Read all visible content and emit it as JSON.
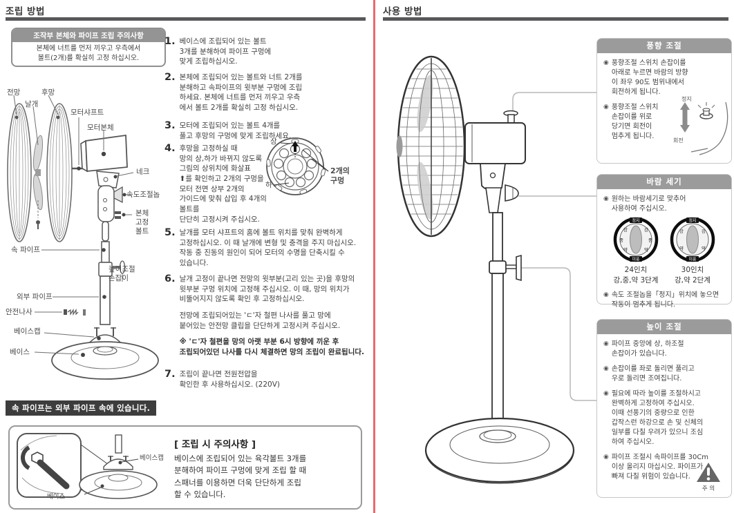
{
  "ui": {
    "bullet": "◉"
  },
  "left": {
    "title": "조립 방법",
    "notice": {
      "title": "조작부 본체와 파이프 조립 주의사항",
      "body": "본체에 너트를 먼저 끼우고 우측에서\n볼트(2개)를 확실히 고정 하십시오."
    },
    "labels": {
      "front_guard": "전망",
      "rear_guard": "후망",
      "blade": "날개",
      "motor_shaft": "모터샤프트",
      "motor_body": "모터본체",
      "neck": "네크",
      "speed_knob": "속도조절놉",
      "body_bolt": "본체\n고정\n볼트",
      "inner_pipe": "속 파이프",
      "height_handle": "높이조절\n손잡이",
      "outer_pipe": "외부 파이프",
      "safety_screw": "안전나사",
      "base_cap": "베이스캡",
      "base": "베이스"
    },
    "steps": [
      {
        "n": "1.",
        "t": "베이스에 조립되어 있는 볼트\n3개를 분해하여 파이프 구멍에\n맞게 조립하십시오."
      },
      {
        "n": "2.",
        "t": "본체에 조립되어 있는 볼트와 너트 2개를\n분해하고 속파이프의 윗부분 구멍에 조립\n하세요. 본체에 너트를 먼저 끼우고 우측\n에서 볼트 2개를 확실히 고정 하십시오."
      },
      {
        "n": "3.",
        "t": "모터에 조립되어 있는 볼트 4개를\n풀고 후망의 구멍에 맞게 조립하세요."
      },
      {
        "n": "4.",
        "t": "후망을 고정하실 때\n망의 상,하가 바뀌지 않도록\n그림의 상위치에 화살표\n⬆를 확인하고 2개의 구멍을\n모터 전면 상부 2개의\n가이드에 맞춰 삽입 후 4개의 볼트를\n단단히 고정시켜 주십시오."
      },
      {
        "n": "5.",
        "t": "날개를 모터 샤프트의 홈에 볼트 위치를 맞춰 완벽하게\n고정하십시오. 이 때 날개에 변형 및 충격을 주지 마십시오.\n작동 중 진동의 원인이 되어 모터의 수명을 단축시킬 수\n있습니다."
      },
      {
        "n": "6.",
        "t": "날개 고정이 끝나면 전망의 윗부분(고리 있는 곳)을 후망의\n윗부분 구멍 위치에 고정해 주십시오. 이 때, 망의 위치가\n비뚤어지지 않도록 확인 후 고정하십시오.",
        "e1": "전망에 조립되어있는 'ㄷ'자 철편 나사를 풀고 망에\n붙어있는 안전망 클립을 단단하게 고정시켜 주십시오.",
        "e2": "※ 'ㄷ'자 철편을 망의 아랫 부분 6시 방향에 끼운 후\n조립되어있던 나사를 다시 체결하면 망의 조립이 완료됩니다."
      },
      {
        "n": "7.",
        "t": "조립이 끝나면 전원전압을\n확인한 후 사용하십시오. (220V)"
      }
    ],
    "step4": {
      "top": "상",
      "bottom": "하",
      "holes": "2개의\n구멍"
    },
    "badge": "속 파이프는 외부 파이프 속에 있습니다.",
    "caution": {
      "title": "[ 조립 시 주의사항 ]",
      "body": "베이스에 조립되어 있는 육각볼트 3개를\n분해하여 파이프 구멍에 맞게 조립 할 때\n스패너를 이용하면 더욱 단단하게 조립\n할 수 있습니다.",
      "label_cap": "베이스캡",
      "label_base": "베이스"
    }
  },
  "right": {
    "title": "사용 방법",
    "wind_direction": {
      "title": "풍향 조절",
      "b1": "풍향조절 스위치 손잡이를\n아래로 누르면 바람의 방향\n이 좌우 90도 범위내에서\n회전하게 됩니다.",
      "b2": "풍향조절 스위치\n손잡이를 위로\n당기면 회전이\n멈추게 됩니다.",
      "stop": "정지",
      "rotate": "회전"
    },
    "wind_speed": {
      "title": "바람 세기",
      "b1": "원하는 바람세기로 맞추어\n사용하여 주십시오.",
      "b2": "속도 조절놉을「정지」위치에 놓으면\n작동이 멈추게 됩니다.",
      "knob_stop": "정지",
      "knob_breeze": "미풍",
      "knob1": {
        "size": "24인치",
        "steps": "강,중,약 3단계",
        "marks": [
          "강",
          "중",
          "약"
        ]
      },
      "knob2": {
        "size": "30인치",
        "steps": "강,약 2단계",
        "marks": [
          "강",
          "약"
        ]
      }
    },
    "height": {
      "title": "높이 조절",
      "b1": "파이프 중앙에 상, 하조절\n손잡이가 있습니다.",
      "b2": "손잡이를 좌로 돌리면 풀리고\n우로 돌리면 조여집니다.",
      "b3": "필요에 따라 높이를 조절하시고\n완벽하게 고정하여 주십시오.\n이때 선풍기의 중량으로 인한\n갑작스런 하강으로 손 및 신체의\n일부를 다칠 우려가 있으니 조심\n하여 주십시오.",
      "b4": "파이프 조절시 속파이프를 30Cm\n이상 올리지 마십시오. 파이프가\n빠져 다칠 위험이 있습니다.",
      "warning": "주 의"
    }
  }
}
